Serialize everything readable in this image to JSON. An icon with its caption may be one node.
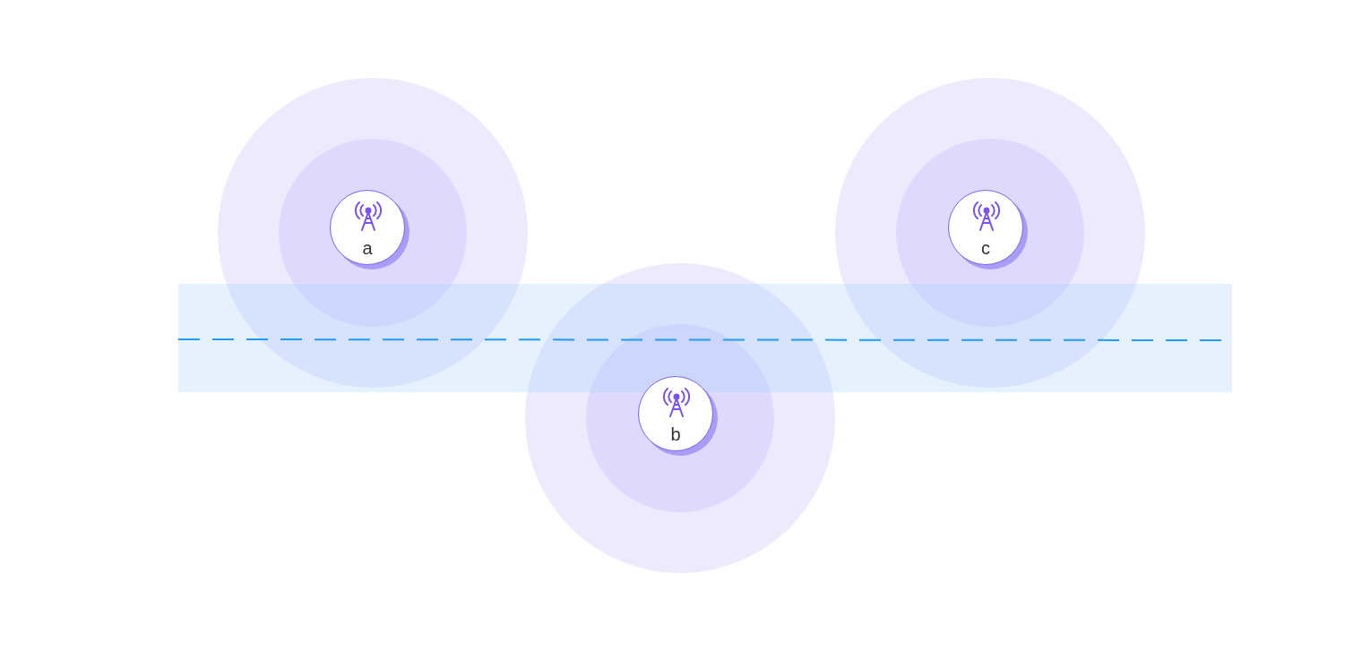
{
  "diagram": {
    "nodes": [
      {
        "text": [
          "a"
        ]
      },
      {
        "text": [
          "b"
        ]
      },
      {
        "text": [
          "c"
        ]
      }
    ]
  }
}
